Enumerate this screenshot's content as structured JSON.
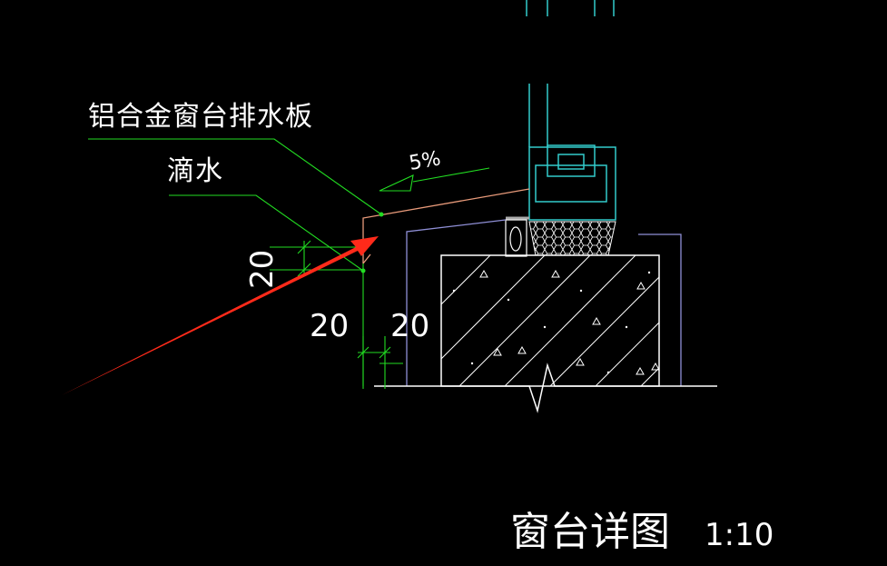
{
  "labels": {
    "drain_board": "铝合金窗台排水板",
    "drip": "滴水",
    "slope": "5%",
    "dim_vertical": "20",
    "dim_left": "20",
    "dim_right": "20"
  },
  "title": {
    "text": "窗台详图",
    "scale": "1:10"
  },
  "colors": {
    "background": "#000000",
    "leader_green": "#22dd22",
    "window_frame_cyan": "#33cccc",
    "flashing_salmon": "#e89a7a",
    "outline_lavender": "#8f8fd6",
    "concrete_white": "#ffffff",
    "markup_arrow_red": "#ff2a1a",
    "text_white": "#ffffff"
  }
}
